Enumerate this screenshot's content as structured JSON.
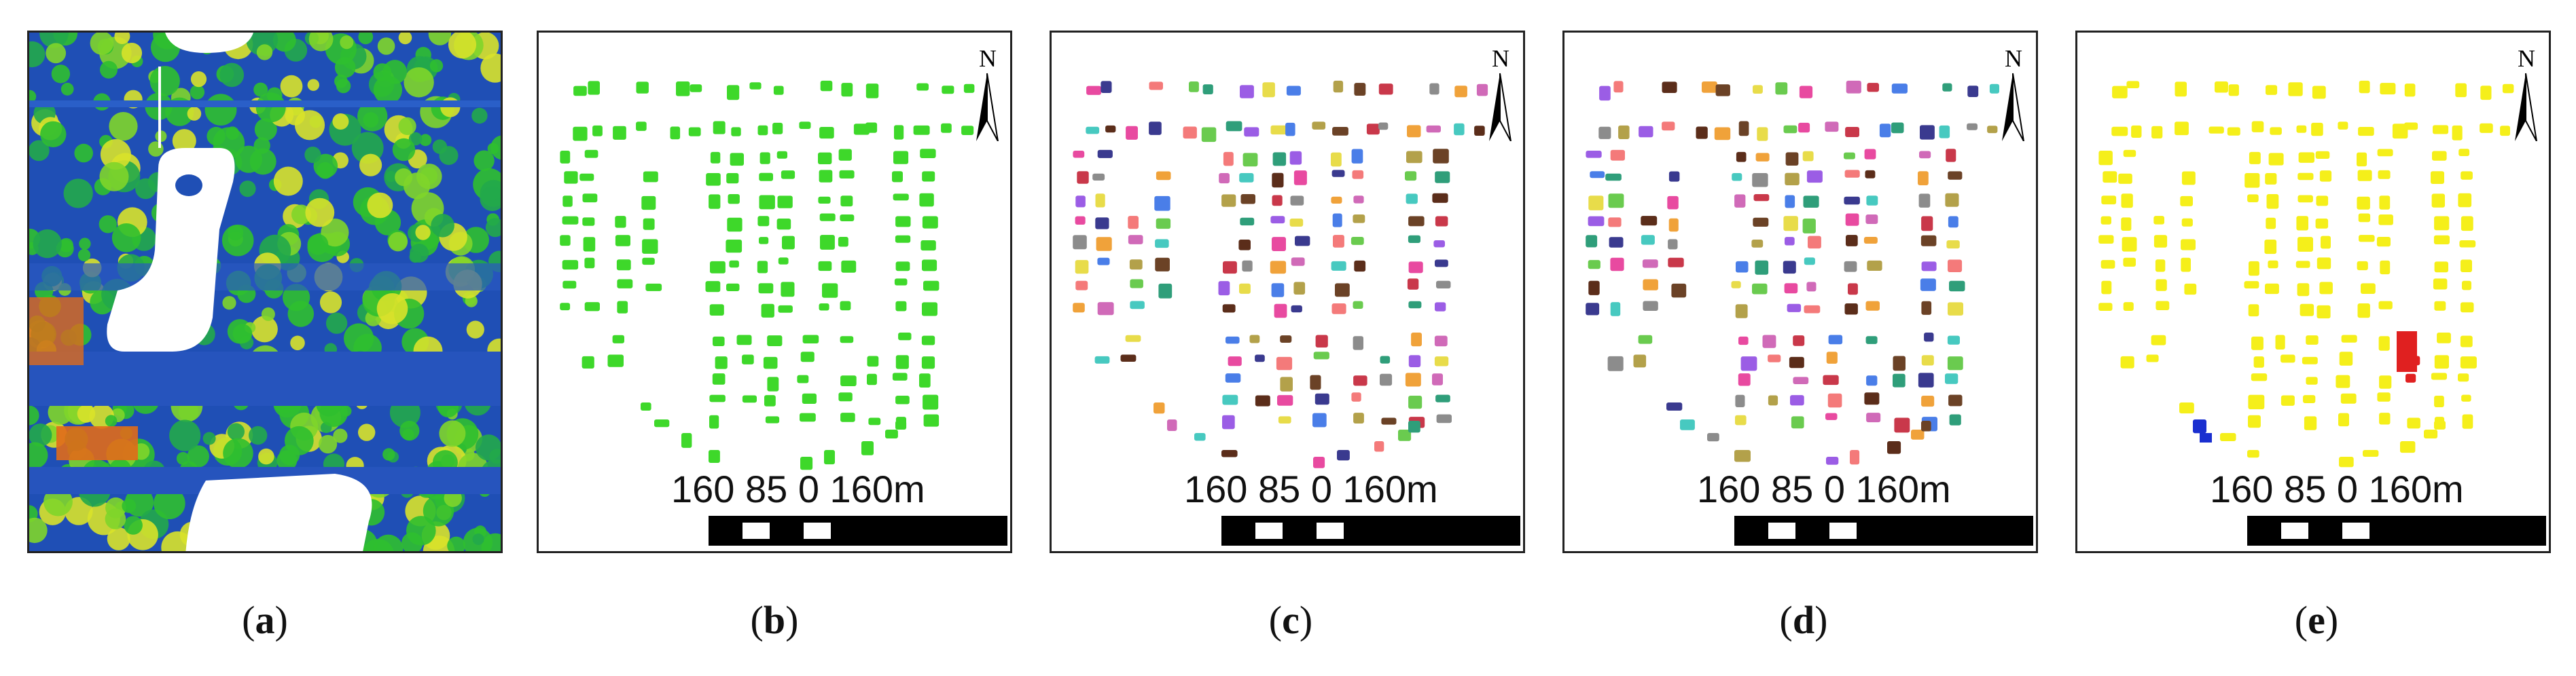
{
  "figure": {
    "panels": [
      {
        "id": "a",
        "label_open": "(",
        "label_letter": "a",
        "label_close": ")",
        "type": "lidar-image"
      },
      {
        "id": "b",
        "label_open": "(",
        "label_letter": "b",
        "label_close": ")",
        "type": "segmentation",
        "scheme": "green",
        "scale_text": "160 85   0    160m",
        "north": "N"
      },
      {
        "id": "c",
        "label_open": "(",
        "label_letter": "c",
        "label_close": ")",
        "type": "segmentation",
        "scheme": "multicolor",
        "scale_text": "160 85   0    160m",
        "north": "N"
      },
      {
        "id": "d",
        "label_open": "(",
        "label_letter": "d",
        "label_close": ")",
        "type": "segmentation",
        "scheme": "multicolor2",
        "scale_text": "160 85   0    160m",
        "north": "N"
      },
      {
        "id": "e",
        "label_open": "(",
        "label_letter": "e",
        "label_close": ")",
        "type": "segmentation",
        "scheme": "yellow",
        "scale_text": "160 85   0    160m",
        "north": "N"
      }
    ],
    "colors": {
      "green": "#3ed82a",
      "yellow": "#f5ef1a",
      "error_red": "#e02020",
      "error_blue": "#1a2fd0",
      "lidar_blue": "#1f4fb5",
      "lidar_green": "#2fbf2f",
      "lidar_yellow": "#d8e22a",
      "lidar_orange": "#e06a1a"
    }
  }
}
